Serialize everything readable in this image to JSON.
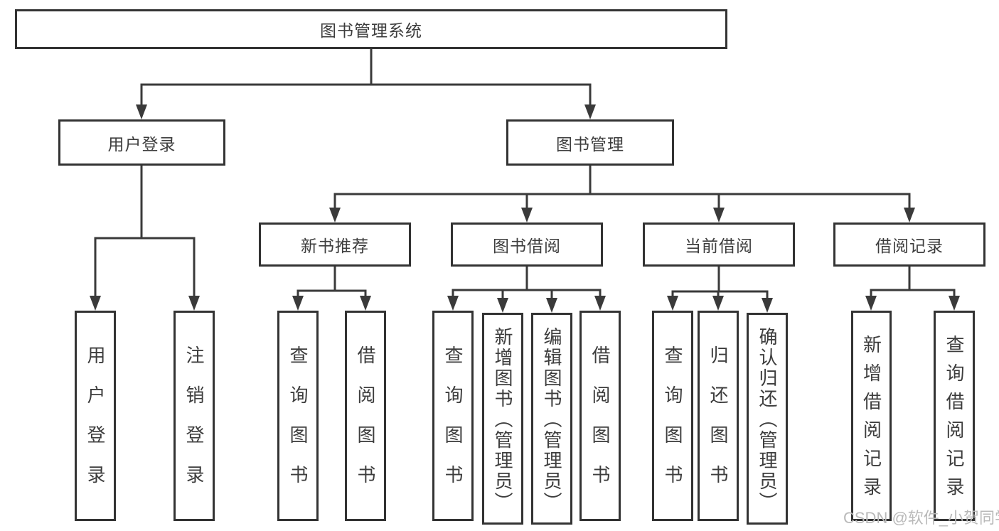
{
  "diagram_title": "图书管理系统",
  "nodes": {
    "root": "图书管理系统",
    "user_login": "用户登录",
    "book_mgmt": "图书管理",
    "new_book_rec": "新书推荐",
    "book_borrow": "图书借阅",
    "current_borrow": "当前借阅",
    "borrow_records": "借阅记录",
    "leaf_user_login": "用户登录",
    "leaf_logout": "注销登录",
    "leaf_nbr_query": "查询图书",
    "leaf_nbr_borrow": "借阅图书",
    "leaf_bb_query": "查询图书",
    "leaf_bb_add": "新增图书（管理员）",
    "leaf_bb_edit": "编辑图书（管理员）",
    "leaf_bb_borrow": "借阅图书",
    "leaf_cb_query": "查询图书",
    "leaf_cb_return": "归还图书",
    "leaf_cb_confirm": "确认归还（管理员）",
    "leaf_br_add": "新增借阅记录",
    "leaf_br_query": "查询借阅记录"
  },
  "watermark": "CSDN @软件_小贺同学",
  "colors": {
    "line": "#3a3a3a",
    "box_border": "#333333",
    "text": "#3d3d3d",
    "watermark": "#b9b9b9",
    "background": "#ffffff"
  }
}
